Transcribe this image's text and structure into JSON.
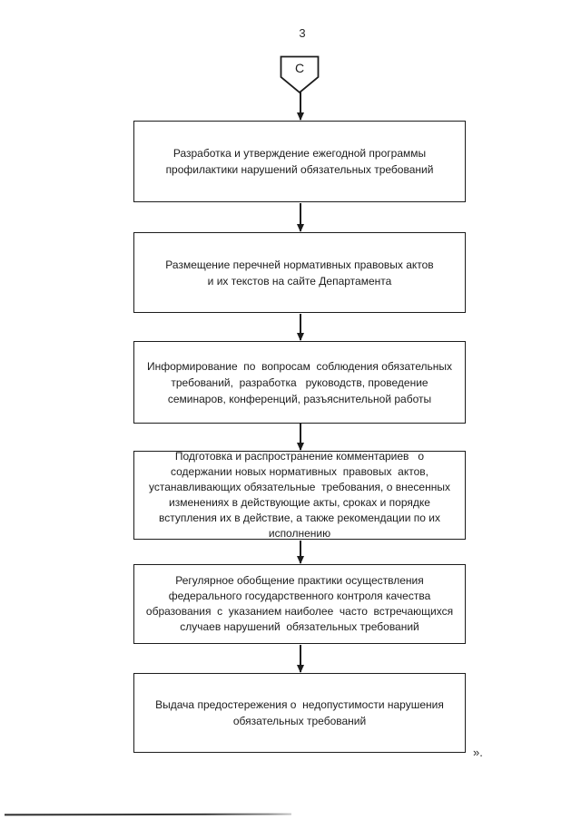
{
  "page": {
    "number": "3",
    "closing_mark": "».",
    "background_color": "#ffffff",
    "ink_color": "#1c1c1c"
  },
  "connector": {
    "label": "C",
    "shape": "off-page-connector-pentagon"
  },
  "flowchart": {
    "boxes": [
      {
        "id": 1,
        "text": "Разработка и утверждение ежегодной программы\nпрофилактики нарушений обязательных требований"
      },
      {
        "id": 2,
        "text": "Размещение перечней нормативных правовых актов\nи их текстов на сайте Департамента"
      },
      {
        "id": 3,
        "text": "Информирование  по  вопросам  соблюдения обязательных\nтребований,  разработка   руководств, проведение\nсеминаров, конференций, разъяснительной работы"
      },
      {
        "id": 4,
        "text": "Подготовка и распространение комментариев   о\nсодержании новых нормативных  правовых  актов,\nустанавливающих обязательные  требования, о внесенных\nизменениях в действующие акты, сроках и порядке\nвступления их в действие, а также рекомендации по их\nисполнению"
      },
      {
        "id": 5,
        "text": "Регулярное обобщение практики осуществления\nфедерального государственного контроля качества\nобразования  с  указанием наиболее  часто  встречающихся\nслучаев нарушений  обязательных требований"
      },
      {
        "id": 6,
        "text": "Выдача предостережения о  недопустимости нарушения\nобязательных требований"
      }
    ]
  }
}
